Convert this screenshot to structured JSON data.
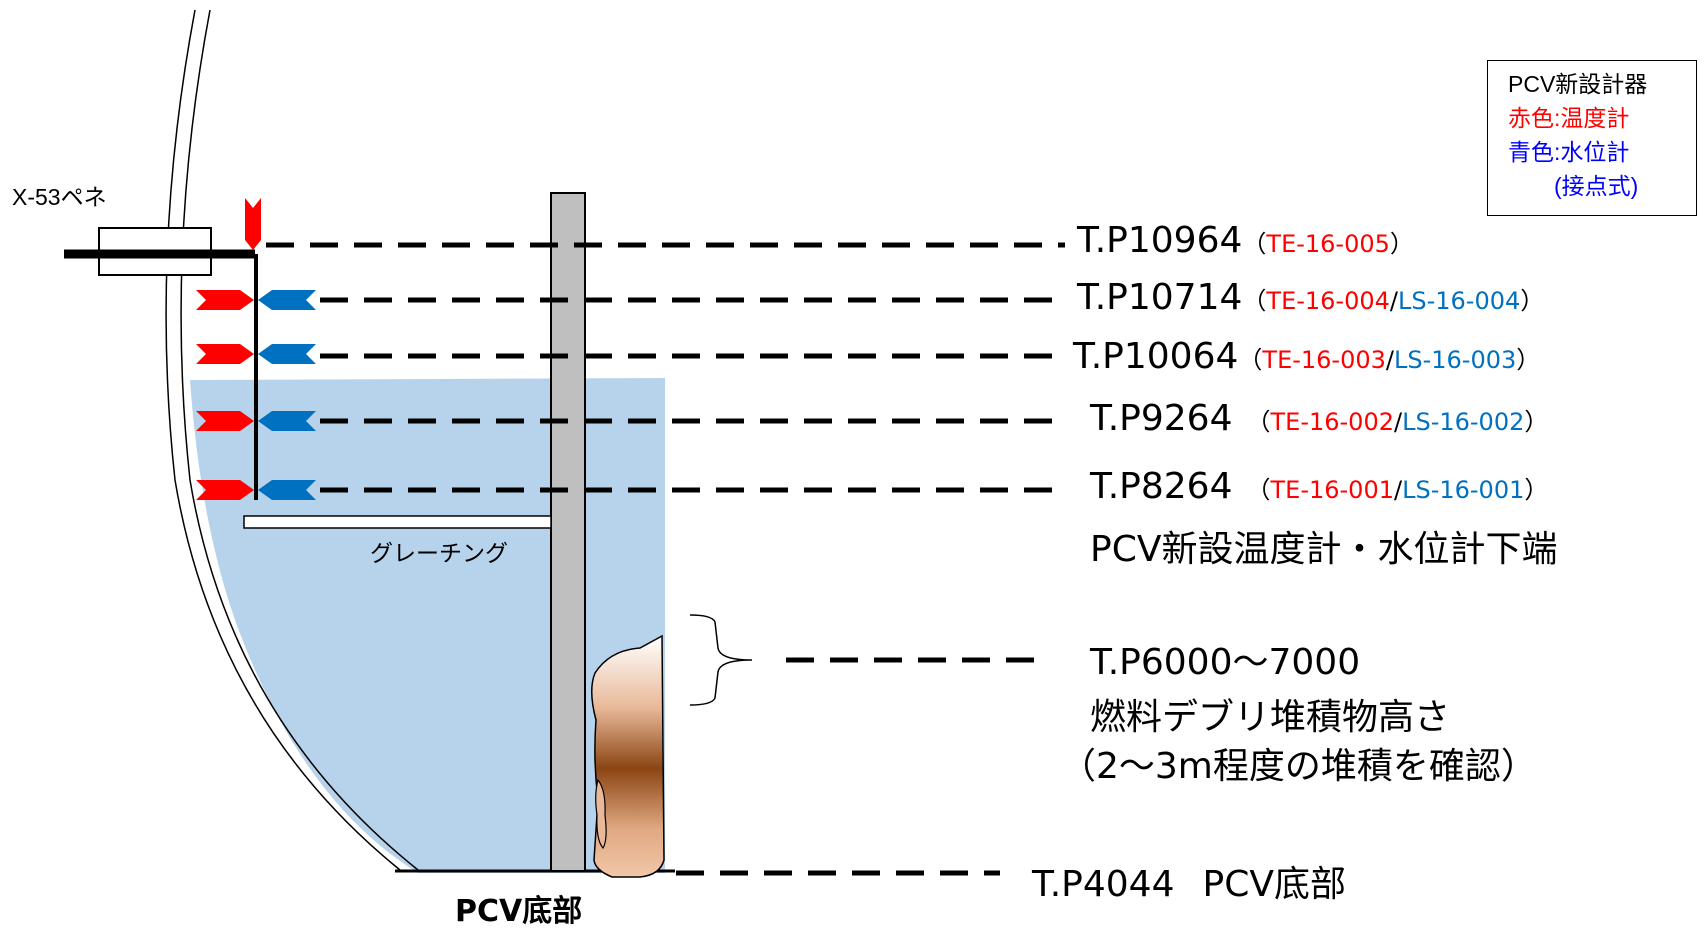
{
  "labels": {
    "penetration": "X-53ペネ",
    "grating": "グレーチング",
    "pcv_bottom_bold": "PCV底部"
  },
  "legend": {
    "title": "PCV新設計器",
    "red_line": "赤色:温度計",
    "blue_line": "青色:水位計",
    "note": "(接点式)",
    "colors": {
      "temperature": "#ff0000",
      "water_level": "#0070c0"
    }
  },
  "levels": [
    {
      "tp": "T.P10964",
      "open": "（",
      "te": "TE-16-005",
      "sep": "",
      "ls": "",
      "close": "）"
    },
    {
      "tp": "T.P10714",
      "open": "（",
      "te": "TE-16-004",
      "sep": "/",
      "ls": "LS-16-004",
      "close": "）"
    },
    {
      "tp": "T.P10064",
      "open": "（",
      "te": "TE-16-003",
      "sep": "/",
      "ls": "LS-16-003",
      "close": "）"
    },
    {
      "tp": "T.P9264",
      "open": "（",
      "te": "TE-16-002",
      "sep": "/",
      "ls": "LS-16-002",
      "close": "）"
    },
    {
      "tp": "T.P8264",
      "open": "（",
      "te": "TE-16-001",
      "sep": "/",
      "ls": "LS-16-001",
      "close": "）"
    }
  ],
  "lower_end": "PCV新設温度計・水位計下端",
  "debris": {
    "tp": "T.P6000～7000",
    "line2": "燃料デブリ堆積物高さ",
    "line3": "（2～3m程度の堆積を確認）"
  },
  "bottom": {
    "tp": "T.P4044",
    "label": "PCV底部"
  },
  "colors": {
    "water": "#b7d3ec",
    "pipe": "#bfbfbf",
    "debris_dark": "#8b4513",
    "debris_light": "#f3d9c4"
  }
}
